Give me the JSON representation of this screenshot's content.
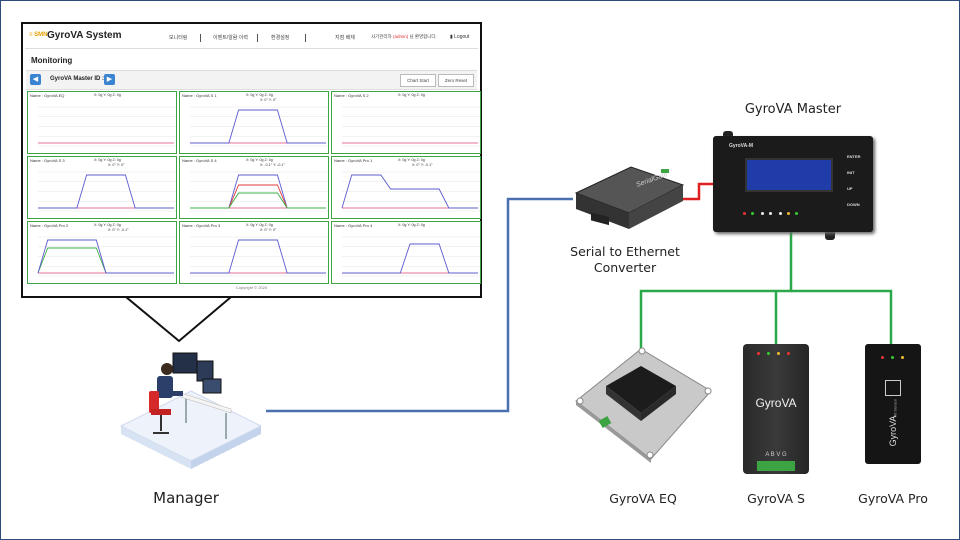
{
  "labels": {
    "manager": "Manager",
    "converter_line1": "Serial to Ethernet",
    "converter_line2": "Converter",
    "master": "GyroVA Master",
    "eq": "GyroVA EQ",
    "s": "GyroVA S",
    "pro": "GyroVA Pro"
  },
  "screen": {
    "system_title": "GyroVA System",
    "menu": [
      "모니터링",
      "이벤트/알람 이력",
      "환경설정",
      "지점 배재"
    ],
    "section": "Monitoring",
    "master_id": "GyroVA Master ID : 1",
    "chart_start": "Chart Start",
    "zero_reset": "Zero Reset",
    "copyright": "Copyright © 2020",
    "panels": [
      {
        "name": "Name : GyroVA EQ",
        "stat1": "X: 0g Y: 0g Z: 0g",
        "stat2": ""
      },
      {
        "name": "Name : GyroVA S 1",
        "stat1": "X: 0g Y: 0g Z: 0g",
        "stat2": "X: 0° Y: 0°"
      },
      {
        "name": "Name : GyroVA S 2",
        "stat1": "X: 0g Y: 0g Z: 0g",
        "stat2": ""
      },
      {
        "name": "Name : GyroVA S 3",
        "stat1": "X: 0g Y: 0g Z: 0g",
        "stat2": "X: 0° Y: 0°"
      },
      {
        "name": "Name : GyroVA S 4",
        "stat1": "X: 0g Y: 0g Z: 0g",
        "stat2": "X: -0.1° Y: -0.1°"
      },
      {
        "name": "Name : GyroVA Pro 1",
        "stat1": "X: 0g Y: 0g Z: 0g",
        "stat2": "X: 0° Y: -0.1°"
      },
      {
        "name": "Name : GyroVA Pro 2",
        "stat1": "X: 0g Y: 0g Z: 0g",
        "stat2": "X: 0° Y: -0.1°"
      },
      {
        "name": "Name : GyroVA Pro 3",
        "stat1": "X: 0g Y: 0g Z: 0g",
        "stat2": "X: 0° Y: 0°"
      },
      {
        "name": "Name : GyroVA Pro 4",
        "stat1": "X: 0g Y: 0g Z: 0g",
        "stat2": ""
      }
    ]
  },
  "devices": {
    "converter_brand": "SerialGate",
    "master_title": "GyroVA-M",
    "master_keys": [
      "ENTER",
      "INIT",
      "UP",
      "DOWN"
    ],
    "s_text": "GyroVA",
    "s_terminals": "A B V G",
    "pro_text": "GyroVA",
    "pro_subtext": "Tilt Sensor"
  },
  "colors": {
    "ethernet": "#4a70b0",
    "serial": "#e02020",
    "rs485": "#2aa84a",
    "panel_border": "#3da444",
    "lcd": "#1f3ca8"
  }
}
